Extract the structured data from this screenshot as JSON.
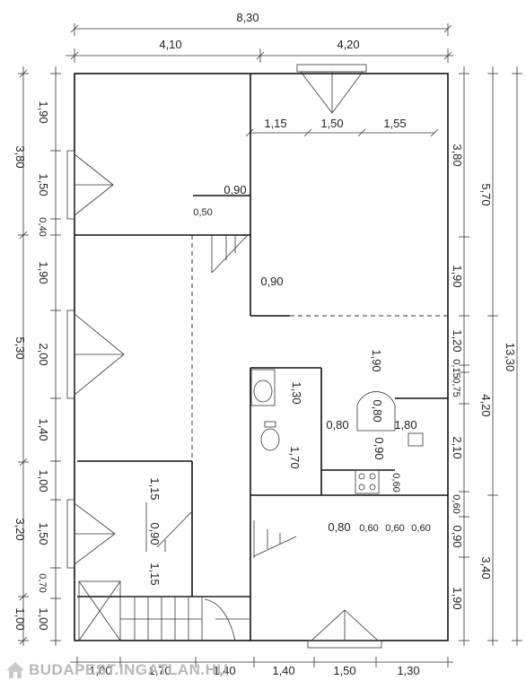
{
  "dimensions": {
    "top_total": "8,30",
    "top_left": "4,10",
    "top_right": "4,20",
    "inner_top": [
      "1,15",
      "1,50",
      "1,55"
    ],
    "left_outer": [
      "3,80",
      "5,30",
      "3,20",
      "1,00"
    ],
    "left_inner": [
      "1,90",
      "1,50",
      "0,40",
      "1,90",
      "2,00",
      "1,40",
      "1,00",
      "1,50",
      "0,70",
      "1,00"
    ],
    "right_inner": [
      "3,80",
      "1,90",
      "1,20",
      "0,15",
      "0,75",
      "2,10",
      "0,60",
      "0,90",
      "1,90"
    ],
    "right_mid": [
      "5,70",
      "4,20",
      "3,40"
    ],
    "right_total": "13,30",
    "bottom": [
      "1,00",
      "1,70",
      "1,40",
      "1,40",
      "1,50",
      "1,30"
    ],
    "interior": {
      "d090a": "0,90",
      "d050": "0,50",
      "d090b": "0,90",
      "d190": "1,90",
      "d130": "1,30",
      "d170": "1,70",
      "d080a": "0,80",
      "d080b": "0,80",
      "d180": "1,80",
      "d090c": "0,90",
      "d060v": "0,60",
      "d115a": "1,15",
      "d090d": "0,90",
      "d115b": "1,15",
      "bottom_row": [
        "0,80",
        "0,60",
        "0,60",
        "0,60"
      ]
    }
  },
  "watermark": "BUDAPEST.INGATLAN.HU"
}
